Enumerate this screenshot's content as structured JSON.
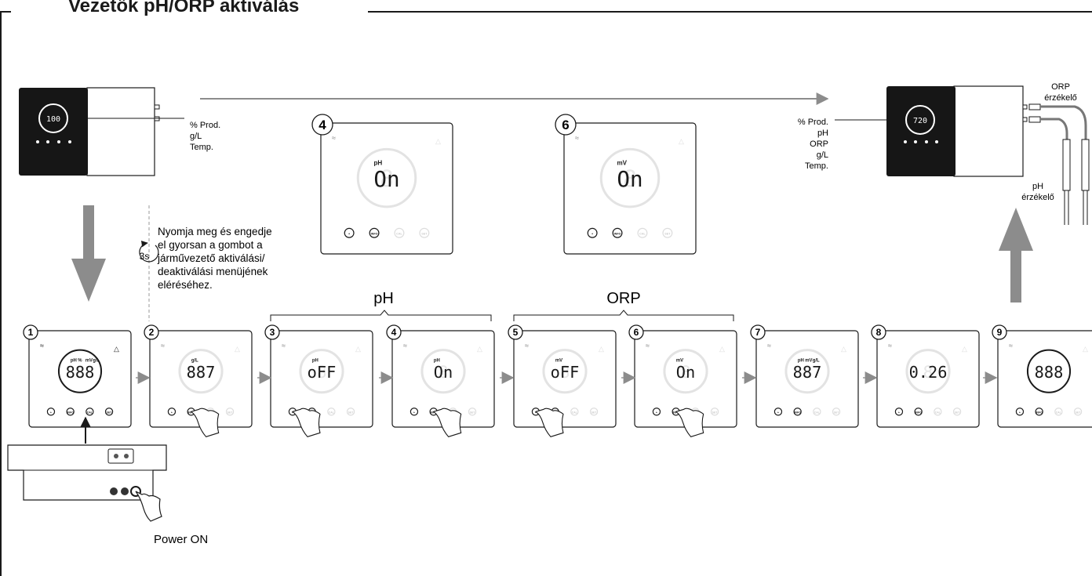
{
  "title": "Vezetők pH/ORP aktiválás",
  "left_device_labels": [
    "% Prod.",
    "g/L",
    "Temp."
  ],
  "right_device_labels": [
    "% Prod.",
    "pH",
    "ORP",
    "g/L",
    "Temp."
  ],
  "sensor_labels": {
    "orp": [
      "ORP",
      "érzékelő"
    ],
    "ph": [
      "pH",
      "érzékelő"
    ]
  },
  "instruction": [
    "Nyomja meg és engedje",
    "el gyorsan a gombot a",
    "járművezető aktiválási/",
    "deaktiválási menüjének",
    "eléréséhez."
  ],
  "hold_time": "3s",
  "power_label": "Power ON",
  "groups": {
    "ph": "pH",
    "orp": "ORP"
  },
  "panel_buttons": [
    "+",
    "INFO",
    "CAL",
    "SET"
  ],
  "steps": [
    {
      "num": "1",
      "display": "888",
      "units": [
        "pH",
        "%",
        "mV",
        "g/L"
      ],
      "active": true,
      "ring": true
    },
    {
      "num": "2",
      "display": "887",
      "units": [
        "g/L"
      ],
      "active": false,
      "ring": false
    },
    {
      "num": "3",
      "display": "oFF",
      "units": [
        "pH"
      ],
      "active": false,
      "ring": false
    },
    {
      "num": "4",
      "display": "On",
      "units": [
        "pH"
      ],
      "active": false,
      "ring": false
    },
    {
      "num": "5",
      "display": "oFF",
      "units": [
        "mV"
      ],
      "active": false,
      "ring": false
    },
    {
      "num": "6",
      "display": "On",
      "units": [
        "mV"
      ],
      "active": false,
      "ring": false
    },
    {
      "num": "7",
      "display": "887",
      "units": [
        "pH",
        "mV",
        "g/L"
      ],
      "active": false,
      "ring": false
    },
    {
      "num": "8",
      "display": "0.26",
      "units": [],
      "active": false,
      "ring": false
    },
    {
      "num": "9",
      "display": "888",
      "units": [],
      "active": false,
      "ring": true
    }
  ],
  "zoom_panels": [
    {
      "num": "4",
      "display": "On",
      "unit": "pH"
    },
    {
      "num": "6",
      "display": "On",
      "unit": "mV"
    }
  ],
  "left_device_display": "100",
  "right_device_display": "720",
  "colors": {
    "arrow_gray": "#8c8c8c",
    "dark_panel": "#161616",
    "faded": "#d8d8d8"
  }
}
